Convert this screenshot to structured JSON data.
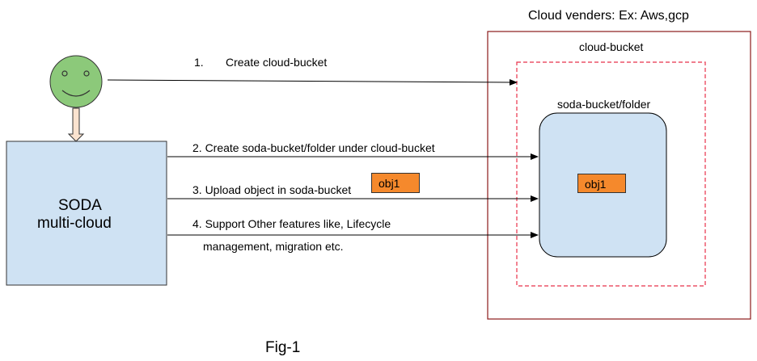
{
  "cloud": {
    "title": "Cloud venders: Ex: Aws,gcp",
    "bucket_label": "cloud-bucket",
    "soda_bucket_label": "soda-bucket/folder",
    "obj_label": "obj1"
  },
  "soda": {
    "line1": "SODA",
    "line2": "multi-cloud"
  },
  "steps": {
    "step1_num": "1.",
    "step1_text": "Create cloud-bucket",
    "step2": "2. Create soda-bucket/folder under cloud-bucket",
    "step3": "3. Upload object in soda-bucket",
    "step3_obj": "obj1",
    "step4_line1": "4. Support Other features like, Lifecycle",
    "step4_line2": "management, migration etc."
  },
  "caption": "Fig-1",
  "colors": {
    "cloud_border": "#8b1a1a",
    "bucket_dash": "#e8314a",
    "soda_bucket_fill": "#cfe2f3",
    "soda_box_fill": "#cfe2f3",
    "user_face": "#8cc97a",
    "obj_fill": "#f5892c"
  }
}
